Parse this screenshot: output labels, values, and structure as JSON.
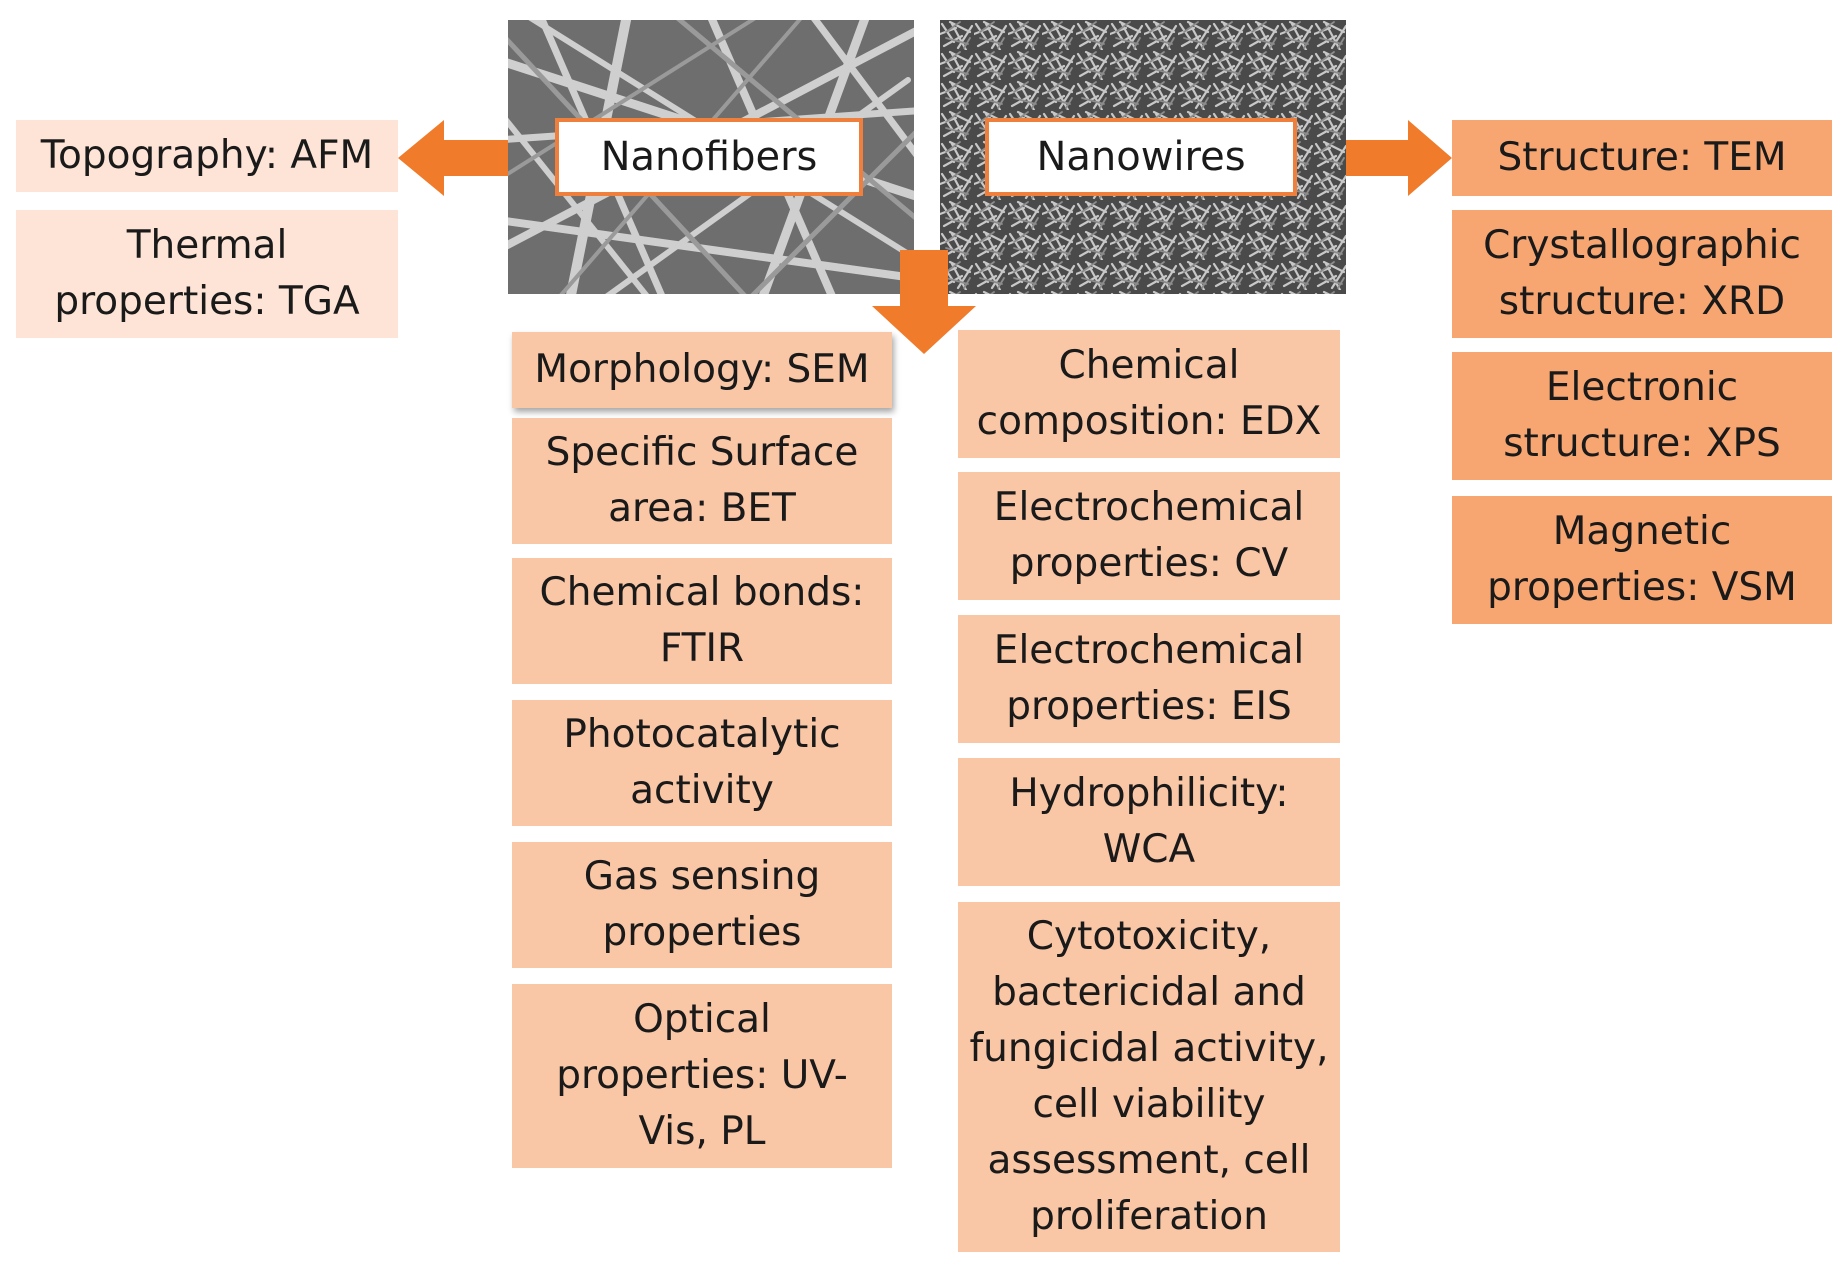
{
  "colors": {
    "accent": "#f07b2a",
    "light_box": "#fde4d6",
    "mid_box": "#f9c6a6",
    "dark_box": "#f7a672"
  },
  "images": {
    "nanofibers": {
      "label": "Nanofibers",
      "description_icon": "sem-nanofibers-micrograph"
    },
    "nanowires": {
      "label": "Nanowires",
      "description_icon": "sem-nanowires-micrograph"
    }
  },
  "left": [
    {
      "name": "box-topography-afm",
      "text": "Topography: AFM"
    },
    {
      "name": "box-thermal-tga",
      "text": "Thermal\nproperties: TGA"
    }
  ],
  "right": [
    {
      "name": "box-structure-tem",
      "text": "Structure: TEM"
    },
    {
      "name": "box-crystallographic-xrd",
      "text": "Crystallographic\nstructure: XRD"
    },
    {
      "name": "box-electronic-xps",
      "text": "Electronic\nstructure: XPS"
    },
    {
      "name": "box-magnetic-vsm",
      "text": "Magnetic\nproperties: VSM"
    }
  ],
  "center_left": [
    {
      "name": "box-morphology-sem",
      "text": "Morphology: SEM"
    },
    {
      "name": "box-surface-bet",
      "text": "Specific Surface\narea: BET"
    },
    {
      "name": "box-chemical-bonds-ftir",
      "text": "Chemical bonds:\nFTIR"
    },
    {
      "name": "box-photocatalytic",
      "text": "Photocatalytic\nactivity"
    },
    {
      "name": "box-gas-sensing",
      "text": "Gas sensing\nproperties"
    },
    {
      "name": "box-optical-uvvis-pl",
      "text": "Optical\nproperties: UV-\nVis, PL"
    }
  ],
  "center_right": [
    {
      "name": "box-chemical-edx",
      "text": "Chemical\ncomposition: EDX"
    },
    {
      "name": "box-electrochem-cv",
      "text": "Electrochemical\nproperties: CV"
    },
    {
      "name": "box-electrochem-eis",
      "text": "Electrochemical\nproperties: EIS"
    },
    {
      "name": "box-hydrophilicity-wca",
      "text": "Hydrophilicity:\nWCA"
    },
    {
      "name": "box-cytotoxicity",
      "text": "Cytotoxicity,\nbactericidal and\nfungicidal activity,\ncell viability\nassessment, cell\nproliferation"
    }
  ]
}
